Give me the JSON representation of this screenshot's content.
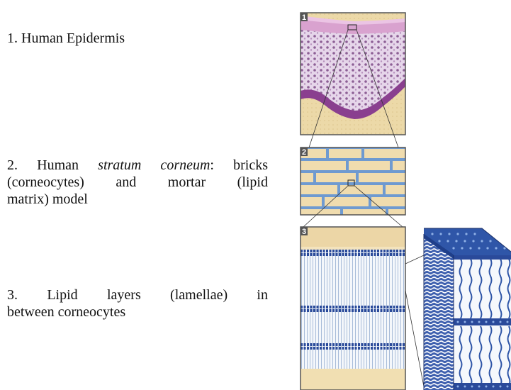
{
  "captions": {
    "c1": "1. Human Epidermis",
    "c2_pre": "2. Human ",
    "c2_em": "stratum corneum",
    "c2_l1_post": ": bricks",
    "c2_l2": "(corneocytes) and mortar (lipid",
    "c2_l3": "matrix) model",
    "c3_l1": "3. Lipid layers (lamellae) in",
    "c3_l2": "between corneocytes"
  },
  "panels": {
    "p1": "1",
    "p2": "2",
    "p3": "3"
  },
  "colors": {
    "skin_pink": "#c9a6c8",
    "basal_purple": "#8a3f8f",
    "dermis_tan": "#ead8a4",
    "brick": "#f0dcae",
    "mortar_blue": "#6f9ad0",
    "lipid_head": "#2a4a9a",
    "frame": "#555555"
  }
}
